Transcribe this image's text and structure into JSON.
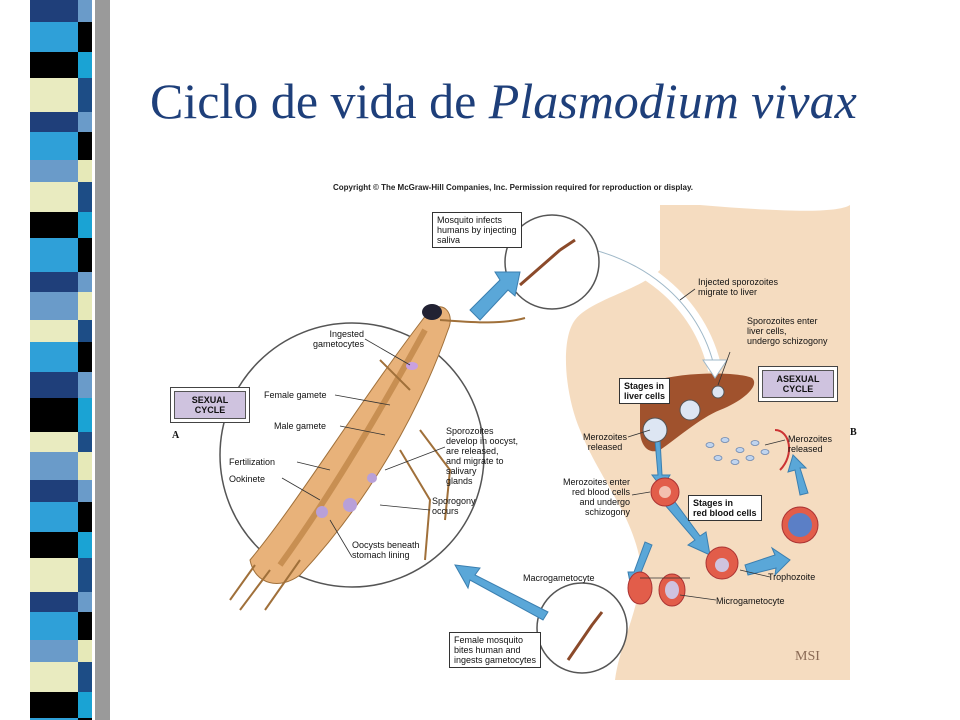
{
  "slide": {
    "title_main": "Ciclo de vida de ",
    "title_italic": "Plasmodium vivax"
  },
  "figure": {
    "copyright": "Copyright © The McGraw-Hill Companies, Inc. Permission required for reproduction or display.",
    "panel_a": "A",
    "panel_b": "B",
    "sexual_cycle": [
      "SEXUAL",
      "CYCLE"
    ],
    "asexual_cycle": [
      "ASEXUAL",
      "CYCLE"
    ],
    "mosquito_infects": [
      "Mosquito infects",
      "humans by injecting",
      "saliva"
    ],
    "female_mosquito": [
      "Female mosquito",
      "bites human and",
      "ingests gametocytes"
    ],
    "stages_liver": [
      "Stages in",
      "liver cells"
    ],
    "stages_rbc": [
      "Stages in",
      "red blood cells"
    ],
    "ingested_gametocytes": [
      "Ingested",
      "gametocytes"
    ],
    "female_gamete": "Female gamete",
    "male_gamete": "Male gamete",
    "fertilization": "Fertilization",
    "ookinete": "Ookinete",
    "sporozoites_develop": [
      "Sporozoites",
      "develop in oocyst,",
      "are released,",
      "and migrate to",
      "salivary",
      "glands"
    ],
    "sporogony": [
      "Sporogony",
      "occurs"
    ],
    "oocysts": [
      "Oocysts beneath",
      "stomach lining"
    ],
    "injected_sporozoites": [
      "Injected sporozoites",
      "migrate to liver"
    ],
    "sporozoites_enter": [
      "Sporozoites enter",
      "liver cells,",
      "undergo schizogony"
    ],
    "merozoites_released_1": [
      "Merozoites",
      "released"
    ],
    "merozoites_released_2": [
      "Merozoites",
      "released"
    ],
    "merozoites_enter": [
      "Merozoites enter",
      "red blood cells",
      "and undergo",
      "schizogony"
    ],
    "macrogametocyte": "Macrogametocyte",
    "microgametocyte": "Microgametocyte",
    "trophozoite": "Trophozoite",
    "signature": "MSI"
  },
  "colors": {
    "title": "#1e3f7a",
    "arrow_blue": "#5aa7d8",
    "skin": "#f3d6b5",
    "liver": "#a0522d",
    "rbc": "#c94a3a",
    "cycle_box": "#cfc3df"
  }
}
